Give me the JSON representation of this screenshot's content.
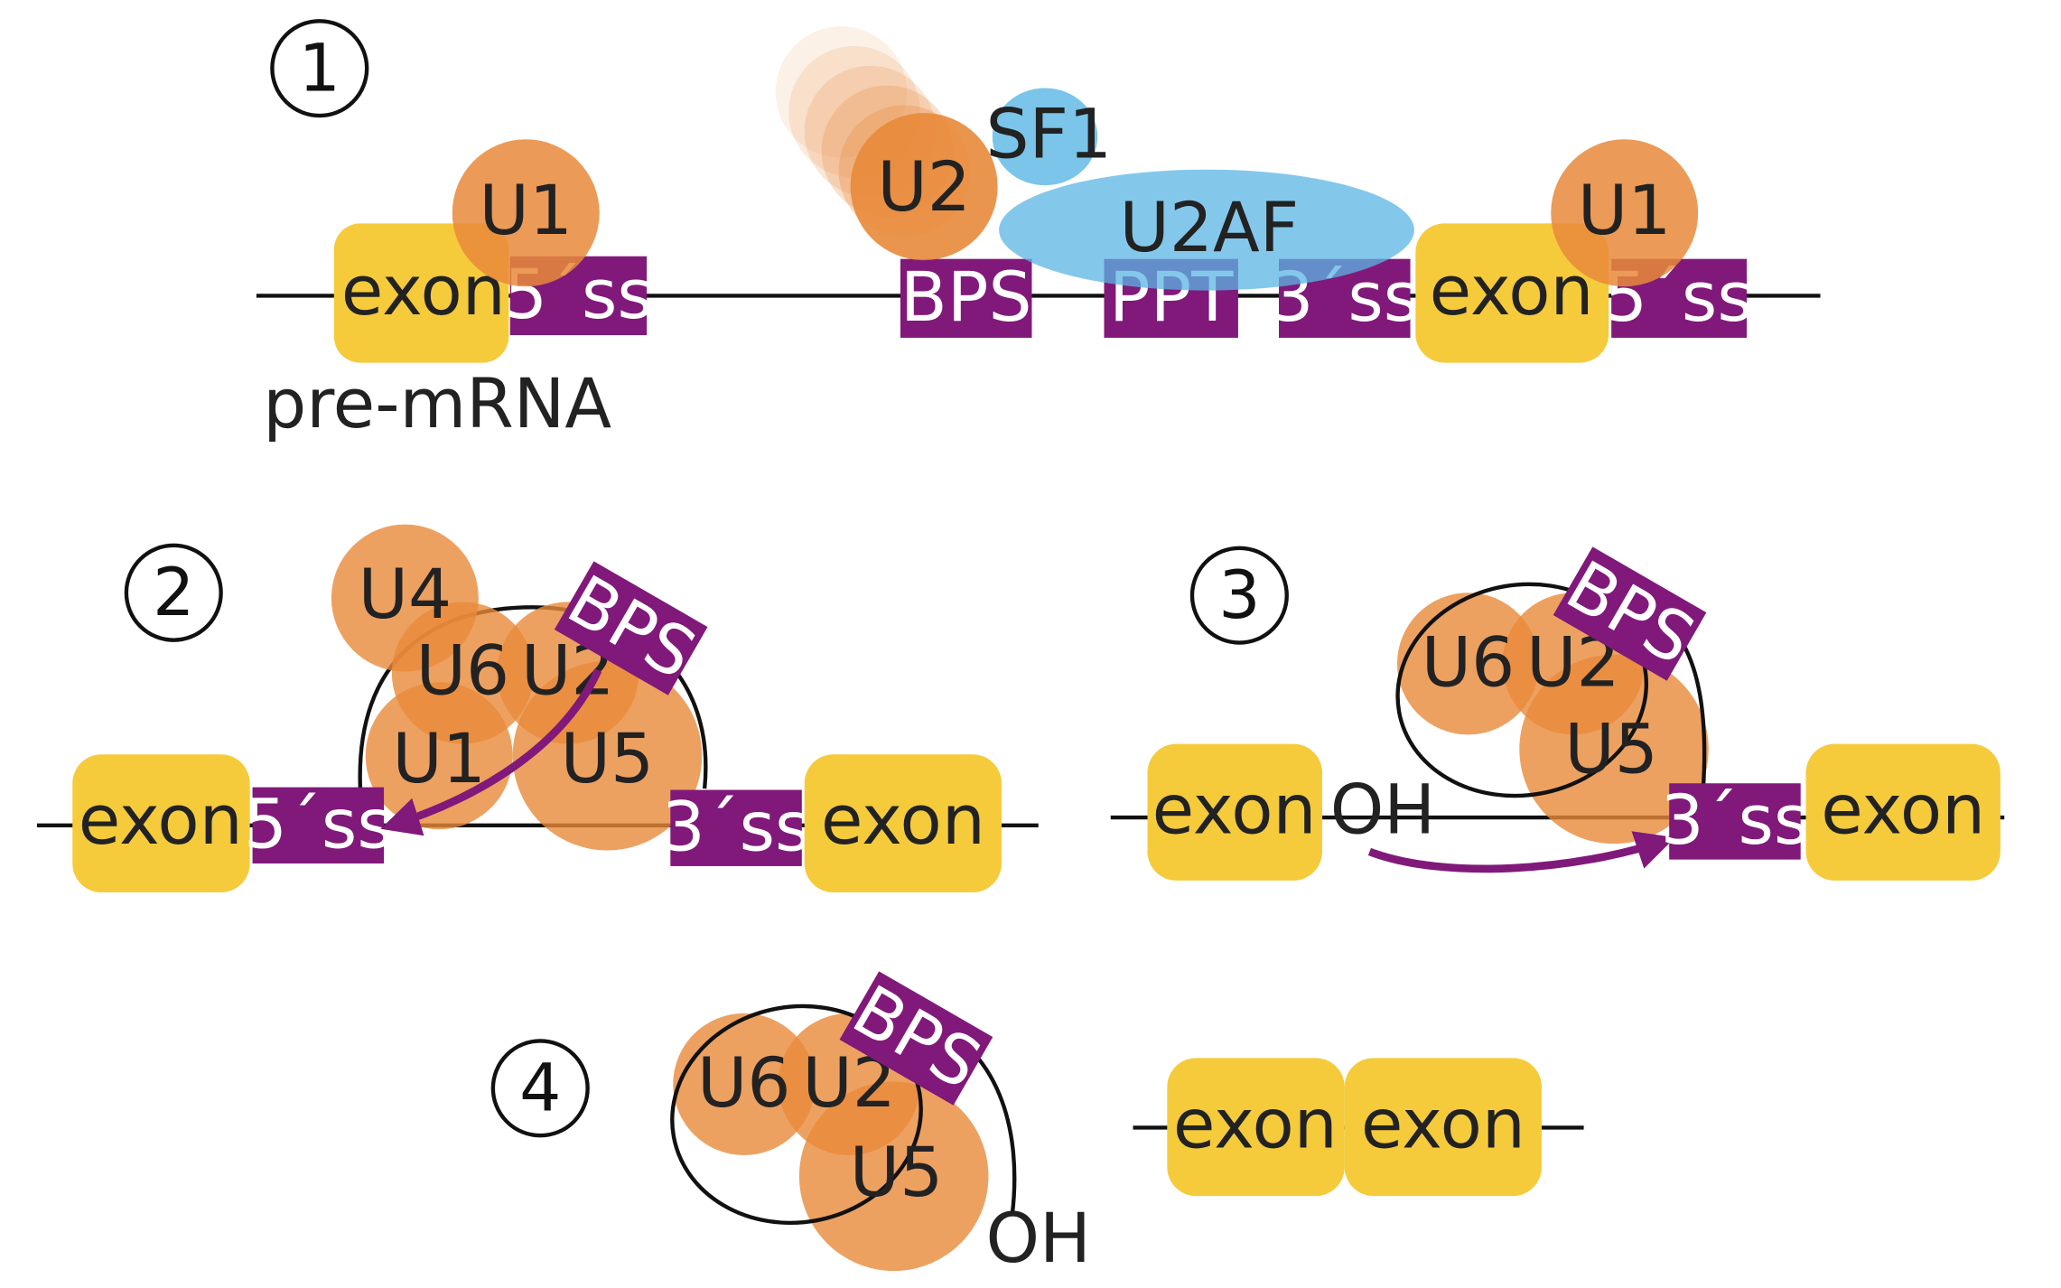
{
  "colors": {
    "exon": "#F5CB3C",
    "site": "#80197A",
    "snrnp": "#E8893A",
    "sf1": "#59B6E4",
    "line": "#111111",
    "arrow": "#80197A",
    "background": "#FFFFFF"
  },
  "step1": {
    "number": "1",
    "exon_left": "exon",
    "ss5_left": "5´ss",
    "bps": "BPS",
    "ppt": "PPT",
    "ss3": "3´ss",
    "exon_right": "exon",
    "ss5_right": "5´ss",
    "u1_left": "U1",
    "u1_right": "U1",
    "u2": "U2",
    "sf1": "SF1",
    "u2af": "U2AF",
    "pre_mrna": "pre-mRNA"
  },
  "step2": {
    "number": "2",
    "exon_left": "exon",
    "ss5": "5´ss",
    "ss3": "3´ss",
    "exon_right": "exon",
    "u4": "U4",
    "u6": "U6",
    "u2": "U2",
    "u1": "U1",
    "u5": "U5",
    "bps": "BPS"
  },
  "step3": {
    "number": "3",
    "exon_left": "exon",
    "oh": "OH",
    "ss3": "3´ss",
    "exon_right": "exon",
    "u6": "U6",
    "u2": "U2",
    "u5": "U5",
    "bps": "BPS"
  },
  "step4": {
    "number": "4",
    "u6": "U6",
    "u2": "U2",
    "u5": "U5",
    "bps": "BPS",
    "oh": "OH",
    "exon_a": "exon",
    "exon_b": "exon"
  }
}
